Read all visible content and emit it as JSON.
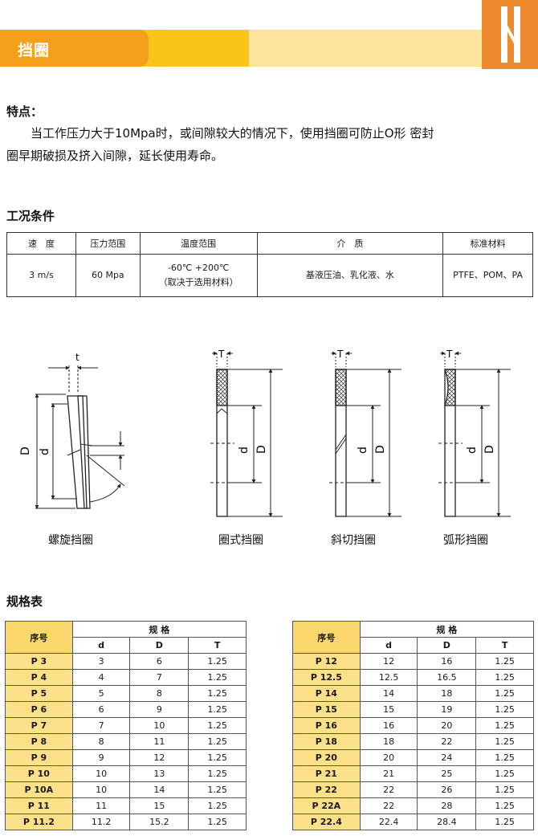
{
  "header": {
    "title": "挡圈"
  },
  "features": {
    "heading": "特点：",
    "line1": "当工作压力大于10Mpa时，或间隙较大的情况下，使用挡圈可防止O形 密封",
    "line2": "圈早期破损及挤入间隙，延长使用寿命。"
  },
  "conditions": {
    "heading": "工况条件",
    "headers": [
      "速　度",
      "压力范围",
      "温度范围",
      "介　质",
      "标准材料"
    ],
    "speed": "3 m/s",
    "pressure": "60 Mpa",
    "temp_line1": "-60℃  +200℃",
    "temp_line2": "（取决于选用材料）",
    "medium": "基液压油、乳化液、水",
    "material": "PTFE、POM、PA"
  },
  "diagrams": {
    "captions": [
      "螺旋挡圈",
      "圈式挡圈",
      "斜切挡圈",
      "弧形挡圈"
    ],
    "labels": {
      "t": "t",
      "T": "T",
      "D": "D",
      "d": "d"
    }
  },
  "spec": {
    "heading": "规格表",
    "col_index": "序号",
    "col_group": "规 格",
    "col_d": "d",
    "col_D": "D",
    "col_T": "T",
    "left_rows": [
      [
        "P 3",
        "3",
        "6",
        "1.25"
      ],
      [
        "P 4",
        "4",
        "7",
        "1.25"
      ],
      [
        "P 5",
        "5",
        "8",
        "1.25"
      ],
      [
        "P 6",
        "6",
        "9",
        "1.25"
      ],
      [
        "P 7",
        "7",
        "10",
        "1.25"
      ],
      [
        "P 8",
        "8",
        "11",
        "1.25"
      ],
      [
        "P 9",
        "9",
        "12",
        "1.25"
      ],
      [
        "P 10",
        "10",
        "13",
        "1.25"
      ],
      [
        "P 10A",
        "10",
        "14",
        "1.25"
      ],
      [
        "P 11",
        "11",
        "15",
        "1.25"
      ],
      [
        "P 11.2",
        "11.2",
        "15.2",
        "1.25"
      ]
    ],
    "right_rows": [
      [
        "P 12",
        "12",
        "16",
        "1.25"
      ],
      [
        "P 12.5",
        "12.5",
        "16.5",
        "1.25"
      ],
      [
        "P 14",
        "14",
        "18",
        "1.25"
      ],
      [
        "P 15",
        "15",
        "19",
        "1.25"
      ],
      [
        "P 16",
        "16",
        "20",
        "1.25"
      ],
      [
        "P 18",
        "18",
        "22",
        "1.25"
      ],
      [
        "P 20",
        "20",
        "24",
        "1.25"
      ],
      [
        "P 21",
        "21",
        "25",
        "1.25"
      ],
      [
        "P 22",
        "22",
        "26",
        "1.25"
      ],
      [
        "P 22A",
        "22",
        "28",
        "1.25"
      ],
      [
        "P 22.4",
        "22.4",
        "28.4",
        "1.25"
      ]
    ]
  }
}
